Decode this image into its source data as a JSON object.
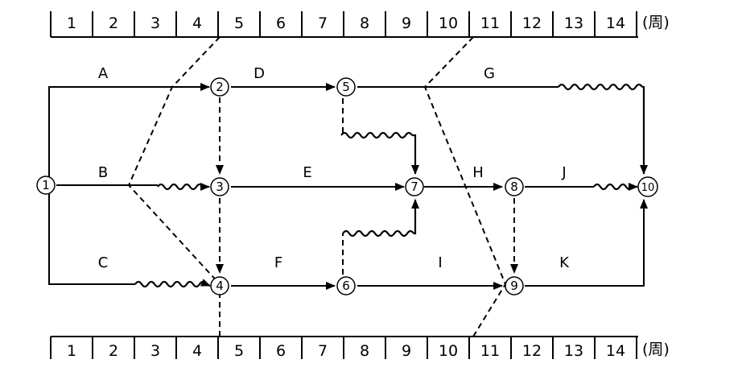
{
  "week_scale": {
    "weeks": [
      "1",
      "2",
      "3",
      "4",
      "5",
      "6",
      "7",
      "8",
      "9",
      "10",
      "11",
      "12",
      "13",
      "14"
    ],
    "unit_label": "(周)"
  },
  "nodes": [
    {
      "id": "1",
      "symbol": "①"
    },
    {
      "id": "2",
      "symbol": "②"
    },
    {
      "id": "3",
      "symbol": "③"
    },
    {
      "id": "4",
      "symbol": "④"
    },
    {
      "id": "5",
      "symbol": "⑤"
    },
    {
      "id": "6",
      "symbol": "⑥"
    },
    {
      "id": "7",
      "symbol": "⑦"
    },
    {
      "id": "8",
      "symbol": "⑧"
    },
    {
      "id": "9",
      "symbol": "⑨"
    },
    {
      "id": "10",
      "symbol": "⑩"
    }
  ],
  "activities": [
    {
      "label": "A",
      "from": "1",
      "to": "2"
    },
    {
      "label": "B",
      "from": "1",
      "to": "3"
    },
    {
      "label": "C",
      "from": "1",
      "to": "4"
    },
    {
      "label": "D",
      "from": "2",
      "to": "5"
    },
    {
      "label": "E",
      "from": "3",
      "to": "7"
    },
    {
      "label": "F",
      "from": "4",
      "to": "6"
    },
    {
      "label": "G",
      "from": "5",
      "to": "10"
    },
    {
      "label": "H",
      "from": "7",
      "to": "8"
    },
    {
      "label": "I",
      "from": "6",
      "to": "9"
    },
    {
      "label": "J",
      "from": "8",
      "to": "10"
    },
    {
      "label": "K",
      "from": "9",
      "to": "10"
    }
  ],
  "dummy_activities": [
    {
      "from": "2",
      "to": "3"
    },
    {
      "from": "3",
      "to": "4"
    },
    {
      "from": "5",
      "to": "7"
    },
    {
      "from": "6",
      "to": "7"
    },
    {
      "from": "8",
      "to": "9"
    }
  ]
}
